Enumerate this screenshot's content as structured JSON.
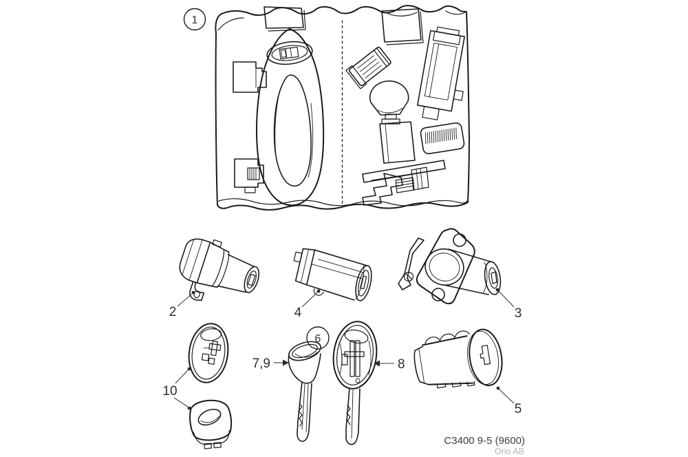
{
  "diagram": {
    "callouts": {
      "c1": "1",
      "c2": "2",
      "c3": "3",
      "c4": "4",
      "c5": "5",
      "c6": "6",
      "c7_9": "7,9",
      "c8": "8",
      "c10": "10"
    },
    "footer": {
      "code": "C3400 9-5 (9600)",
      "publisher": "Orio AB"
    },
    "colors": {
      "background": "#ffffff",
      "line": "#1a1a1a",
      "label": "#2e2e2e",
      "footer_code": "#3e3e3e",
      "footer_publisher": "#b4b4b4"
    }
  }
}
